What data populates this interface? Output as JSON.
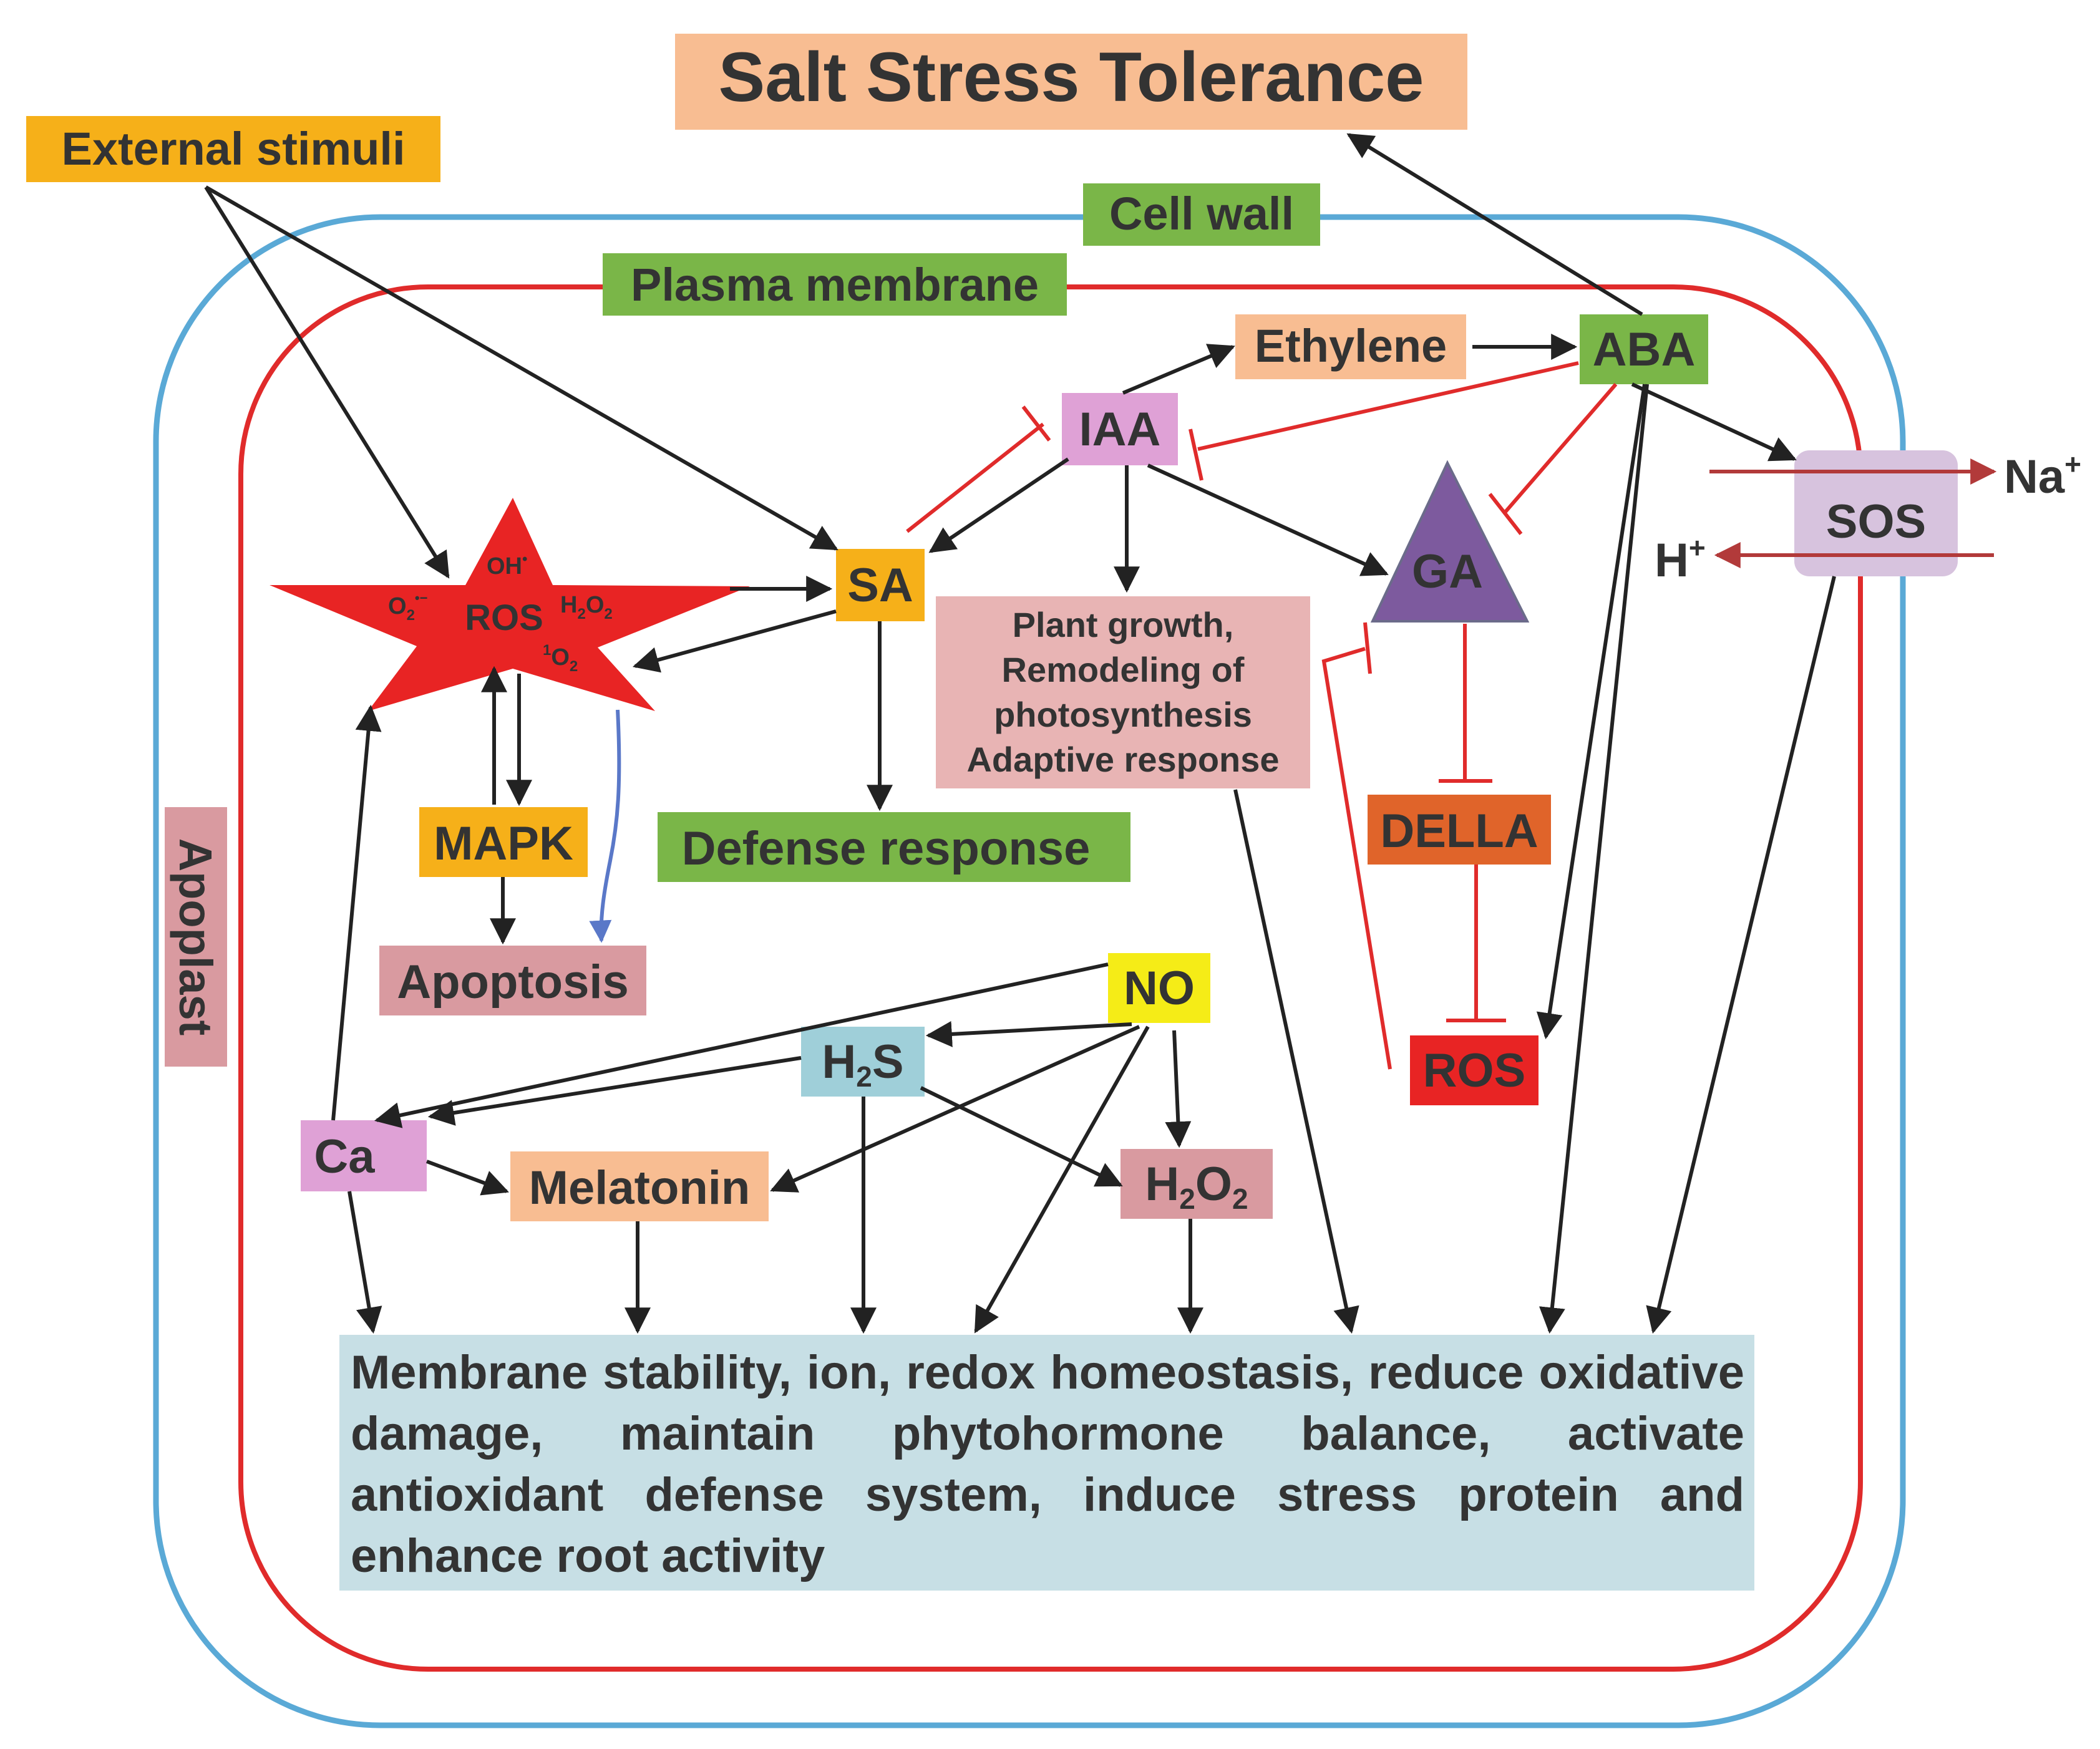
{
  "title": "Salt Stress Tolerance",
  "labels": {
    "external_stimuli": "External stimuli",
    "cell_wall": "Cell wall",
    "plasma_membrane": "Plasma membrane",
    "apoplast": "Apoplast",
    "ethylene": "Ethylene",
    "aba": "ABA",
    "iaa": "IAA",
    "sa": "SA",
    "ga": "GA",
    "sos": "SOS",
    "della": "DELLA",
    "ros_box": "ROS",
    "mapk": "MAPK",
    "apoptosis": "Apoptosis",
    "defense_response": "Defense response",
    "no": "NO",
    "h2s_main": "H",
    "h2s_sub": "2",
    "h2s_tail": "S",
    "ca": "Ca",
    "melatonin": "Melatonin",
    "h2o2_box_h": "H",
    "h2o2_box_sub1": "2",
    "h2o2_box_o": "O",
    "h2o2_box_sub2": "2",
    "na_ion": "Na",
    "na_sup": "+",
    "h_ion": "H",
    "h_sup": "+"
  },
  "ros_star": {
    "center": "ROS",
    "oh": "OH",
    "oh_sup": "•",
    "o2_main": "O",
    "o2_sub": "2",
    "o2_sup": "•−",
    "h2o2_h": "H",
    "h2o2_sub1": "2",
    "h2o2_o": "O",
    "h2o2_sub2": "2",
    "singlet_sup": "1",
    "singlet_o": "O",
    "singlet_sub": "2"
  },
  "growth_box": {
    "line1": "Plant growth,",
    "line2": "Remodeling of",
    "line3": "photosynthesis",
    "line4": "Adaptive response"
  },
  "final_box": {
    "text": "Membrane stability, ion, redox homeostasis, reduce oxidative damage, maintain phytohormone balance, activate antioxidant defense system, induce stress protein and enhance root activity"
  },
  "colors": {
    "cell_wall_line": "#5aa9d6",
    "plasma_membrane_line": "#e02b2b",
    "green_label": "#7ab648",
    "orange_label": "#f6b019",
    "peach_label": "#f8bd92",
    "pink_label": "#d99aa0",
    "magenta_label": "#dfa1d6",
    "purple_ga": "#7d5a9e",
    "della_orange": "#e0642a",
    "ros_red": "#e82424",
    "no_yellow": "#f5ec17",
    "h2s_blue": "#9fcfd9",
    "sos_lavender": "#d7c3de",
    "final_blue": "#c7dfe5",
    "growth_pink": "#e8b4b4",
    "inhibit_red": "#e02b2b",
    "arrow_black": "#222222",
    "blue_arrow": "#5a78c8"
  }
}
